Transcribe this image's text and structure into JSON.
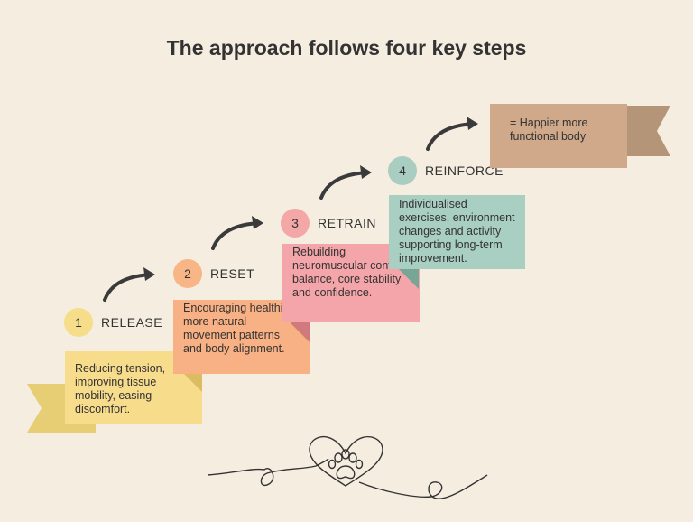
{
  "title": "The approach follows four key steps",
  "steps": [
    {
      "number": "1",
      "label": "RELEASE",
      "description": "Reducing tension, improving tissue mobility, easing discomfort.",
      "circle_color": "#f6dd8a",
      "card_color": "#f7dc8c",
      "fold_color": "#dcbc63"
    },
    {
      "number": "2",
      "label": "RESET",
      "description": "Encouraging healthier, more natural movement patterns and body alignment.",
      "circle_color": "#f8b585",
      "card_color": "#f8b184",
      "fold_color": "#d98a5a"
    },
    {
      "number": "3",
      "label": "RETRAIN",
      "description": "Rebuilding neuromuscular control, balance, core stability and confidence.",
      "circle_color": "#f3a7a6",
      "card_color": "#f3a5a9",
      "fold_color": "#d0797f"
    },
    {
      "number": "4",
      "label": "REINFORCE",
      "description": "Individualised exercises, environment changes and activity supporting long-term improvement.",
      "circle_color": "#a9cdc1",
      "card_color": "#a8cfc2",
      "fold_color": "#77a596"
    }
  ],
  "outcome": {
    "text": "= Happier more functional body",
    "color": "#cfa98a",
    "ribbon_color": "#b59577"
  },
  "colors": {
    "background": "#f5ede0",
    "arrow": "#3a3a3a",
    "start_ribbon": "#e7ce75"
  },
  "decor": {
    "icon": "paw-heart-icon"
  }
}
